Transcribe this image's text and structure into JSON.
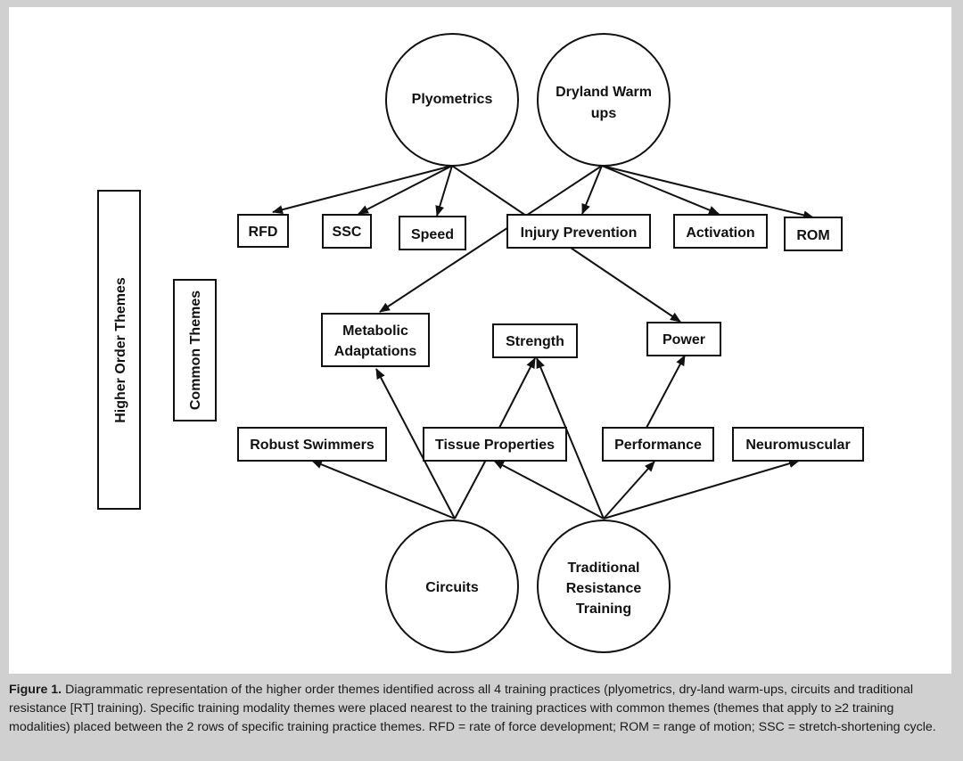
{
  "diagram": {
    "vertical_labels": {
      "higher": "Higher Order Themes",
      "common": "Common Themes"
    },
    "practices": {
      "plyometrics": [
        "Plyometrics"
      ],
      "dryland": [
        "Dryland Warm",
        "ups"
      ],
      "circuits": [
        "Circuits"
      ],
      "traditional": [
        "Traditional",
        "Resistance",
        "Training"
      ]
    },
    "top_themes": {
      "rfd": "RFD",
      "ssc": "SSC",
      "speed": "Speed",
      "injury": "Injury Prevention",
      "activation": "Activation",
      "rom": "ROM"
    },
    "common_themes": {
      "metabolic": [
        "Metabolic",
        "Adaptations"
      ],
      "strength": "Strength",
      "power": "Power"
    },
    "bottom_themes": {
      "robust": "Robust Swimmers",
      "tissue": "Tissue Properties",
      "performance": "Performance",
      "neuromuscular": "Neuromuscular"
    }
  },
  "caption": {
    "label": "Figure 1.",
    "text": " Diagrammatic representation of the higher order themes identified across all 4 training practices (plyometrics, dry-land warm-ups, circuits and traditional resistance [RT] training). Specific training modality themes were placed nearest to the training practices with common themes (themes that apply to ≥2 training modalities) placed between the 2 rows of specific training practice themes. RFD = rate of force development; ROM = range of motion; SSC = stretch-shortening cycle."
  }
}
